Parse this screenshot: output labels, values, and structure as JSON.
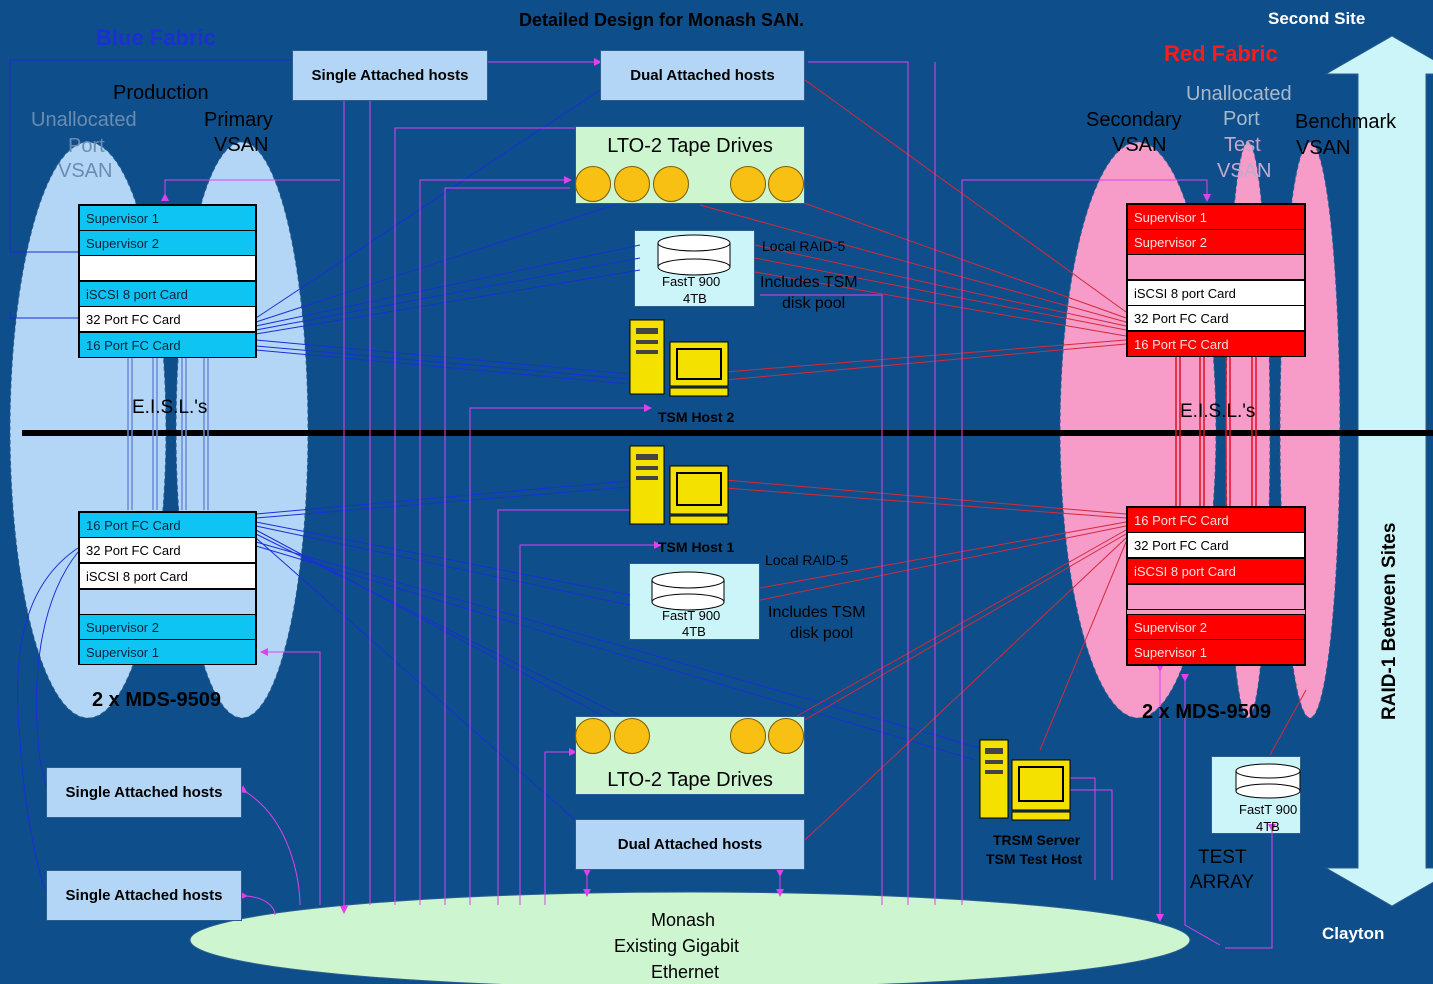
{
  "title": "Detailed Design for Monash SAN.",
  "sites": {
    "second": "Second Site",
    "first": "Clayton",
    "raid_label": "RAID-1 Between Sites"
  },
  "blue_fabric": {
    "label": "Blue Fabric",
    "vsan_production": "Production",
    "vsan_unalloc_1": "Unallocated",
    "vsan_unalloc_2": "Port",
    "vsan_unalloc_3": "VSAN",
    "vsan_primary_1": "Primary",
    "vsan_primary_2": "VSAN",
    "top_cards": [
      "Supervisor 1",
      "Supervisor 2",
      "",
      "iSCSI  8 port Card",
      "32 Port FC Card",
      "16 Port FC Card"
    ],
    "bottom_cards": [
      "16 Port FC Card",
      "32 Port FC Card",
      "iSCSI  8 port Card",
      "",
      "Supervisor 2",
      "Supervisor 1"
    ],
    "eisl": "E.I.S.L.'s",
    "mds": "2 x MDS-9509"
  },
  "red_fabric": {
    "label": "Red Fabric",
    "vsan_secondary_1": "Secondary",
    "vsan_secondary_2": "VSAN",
    "vsan_unalloc_1": "Unallocated",
    "vsan_unalloc_2": "Port",
    "vsan_test_1": "Test",
    "vsan_test_2": "VSAN",
    "vsan_bench_1": "Benchmark",
    "vsan_bench_2": "VSAN",
    "top_cards": [
      "Supervisor 1",
      "Supervisor 2",
      "",
      "iSCSI  8 port Card",
      "32 Port FC Card",
      "16 Port FC Card"
    ],
    "bottom_cards": [
      "16 Port FC Card",
      "32 Port FC Card",
      "iSCSI  8 port Card",
      "",
      "Supervisor 2",
      "Supervisor 1"
    ],
    "eisl": "E.I.S.L.'s",
    "mds": "2 x MDS-9509"
  },
  "hosts": {
    "single_top": "Single Attached hosts",
    "dual_top": "Dual Attached hosts",
    "single_left_1": "Single Attached hosts",
    "single_left_2": "Single Attached hosts",
    "dual_bottom": "Dual Attached hosts",
    "tsm_host_2": "TSM Host 2",
    "tsm_host_1": "TSM Host 1",
    "trsm_1": "TRSM Server",
    "trsm_2": "TSM Test Host"
  },
  "storage": {
    "tape_top": "LTO-2 Tape Drives",
    "tape_bottom": "LTO-2 Tape Drives",
    "fastt_top_1": "FastT 900",
    "fastt_top_2": "4TB",
    "fastt_bot_1": "FastT 900",
    "fastt_bot_2": "4TB",
    "fastt_test_1": "FastT 900",
    "fastt_test_2": "4TB",
    "raid_top_1": "Local RAID-5",
    "raid_top_2": "Includes TSM",
    "raid_top_3": "disk pool",
    "raid_bot_1": "Local RAID-5",
    "raid_bot_2": "Includes TSM",
    "raid_bot_3": "disk pool",
    "test_1": "TEST",
    "test_2": "ARRAY"
  },
  "ethernet": {
    "line1": "Monash",
    "line2": "Existing Gigabit",
    "line3": "Ethernet"
  },
  "colors": {
    "background": "#0e4e8a",
    "blue_link": "#1a2fd6",
    "red_link": "#d42a3a",
    "ip_link": "#e040f0",
    "divider": "#000000"
  }
}
